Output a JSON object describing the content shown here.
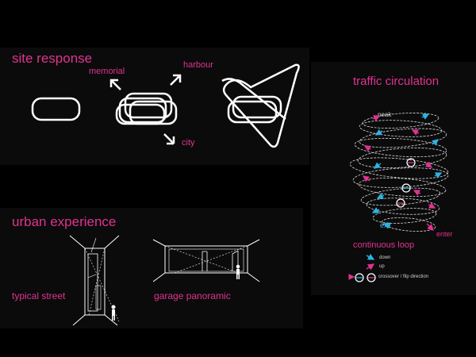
{
  "colors": {
    "accent": "#e0338f",
    "cyan": "#2ab4e6",
    "stroke": "#ffffff",
    "background": "#000000",
    "panel": "#0b0b0b"
  },
  "site_response": {
    "title": "site response",
    "labels": {
      "memorial": "memorial",
      "harbour": "harbour",
      "city": "city"
    }
  },
  "urban_experience": {
    "title": "urban experience",
    "labels": {
      "typical_street": "typical street",
      "garage_panoramic": "garage panoramic"
    }
  },
  "traffic_circulation": {
    "title": "traffic circulation",
    "labels": {
      "peak": "peak",
      "exit": "exit",
      "enter": "enter"
    },
    "legend": {
      "title": "continuous loop",
      "down": "down",
      "up": "up",
      "crossover": "crossover / flip direction"
    }
  },
  "icons": [
    "arrow-icon",
    "person-icon",
    "crossover-icon"
  ]
}
